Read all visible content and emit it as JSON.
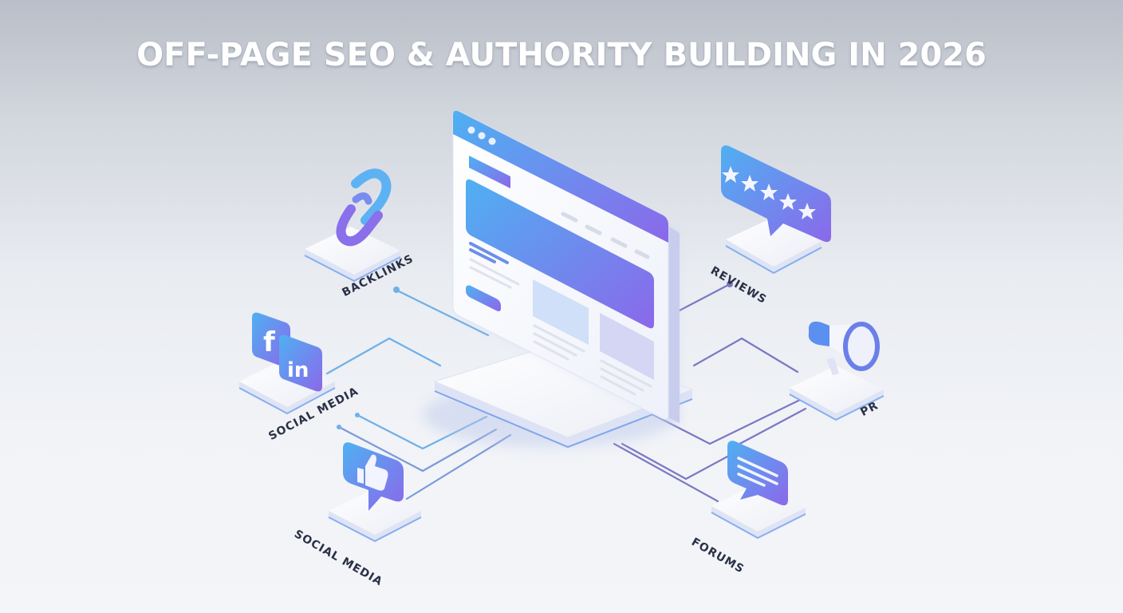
{
  "title": "OFF-PAGE SEO & AUTHORITY BUILDING IN 2026",
  "center": {
    "name": "website",
    "icon": "browser-window-icon",
    "window_dots": 3
  },
  "nodes": [
    {
      "id": "backlinks",
      "label": "BACKLINKS",
      "icon": "chain-link-icon"
    },
    {
      "id": "social-media-1",
      "label": "SOCIAL MEDIA",
      "icon": "facebook-linkedin-icon",
      "glyphs": [
        "f",
        "in"
      ]
    },
    {
      "id": "social-media-2",
      "label": "SOCIAL MEDIA",
      "icon": "thumbs-up-icon"
    },
    {
      "id": "reviews",
      "label": "REVIEWS",
      "icon": "five-star-rating-icon",
      "stars": 5
    },
    {
      "id": "pr",
      "label": "PR",
      "icon": "megaphone-icon"
    },
    {
      "id": "forums",
      "label": "FORUMS",
      "icon": "chat-bubble-icon"
    }
  ],
  "colors": {
    "accent_blue": "#4aa6f0",
    "accent_purple": "#8a6bea",
    "line_blue": "#6fb0e8",
    "line_purple": "#7b78c4",
    "label_text": "#2a3146",
    "platform": "#f7f8fc"
  }
}
